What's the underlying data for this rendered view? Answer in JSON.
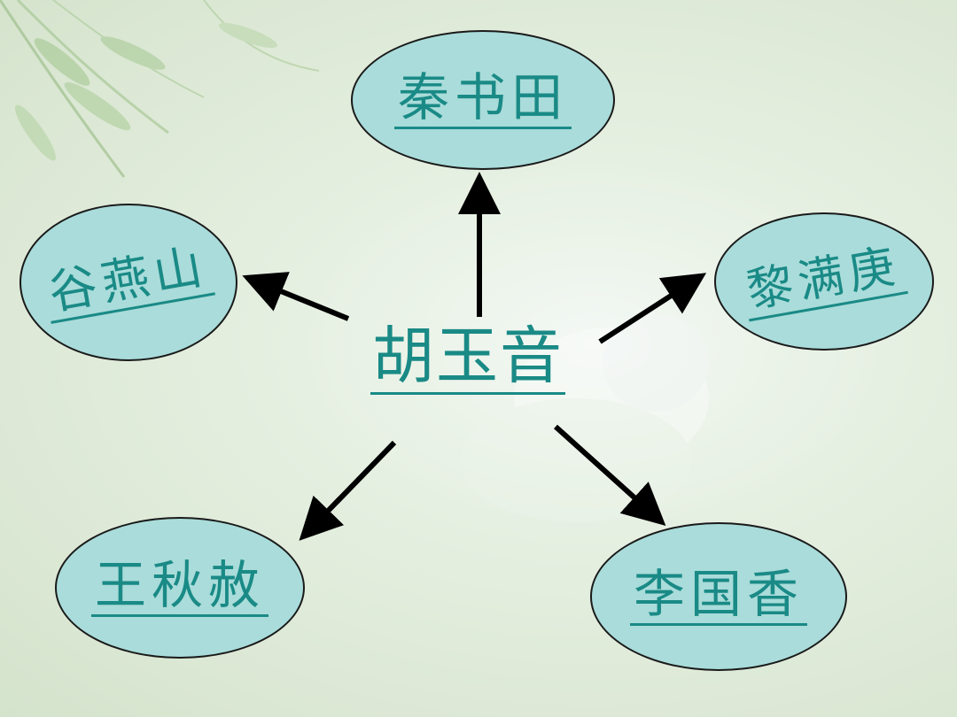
{
  "diagram": {
    "center": {
      "label": "胡玉音"
    },
    "nodes": [
      {
        "id": "qin",
        "label": "秦书田"
      },
      {
        "id": "gu",
        "label": "谷燕山"
      },
      {
        "id": "li-m",
        "label": "黎满庚"
      },
      {
        "id": "wang",
        "label": "王秋赦"
      },
      {
        "id": "li-g",
        "label": "李国香"
      }
    ],
    "edges": [
      {
        "from": "center",
        "to": "qin"
      },
      {
        "from": "center",
        "to": "gu"
      },
      {
        "from": "center",
        "to": "li-m"
      },
      {
        "from": "center",
        "to": "wang"
      },
      {
        "from": "center",
        "to": "li-g"
      }
    ],
    "colors": {
      "node_fill": "#a9dcda",
      "text": "#1a8a86",
      "arrow": "#000000"
    }
  }
}
